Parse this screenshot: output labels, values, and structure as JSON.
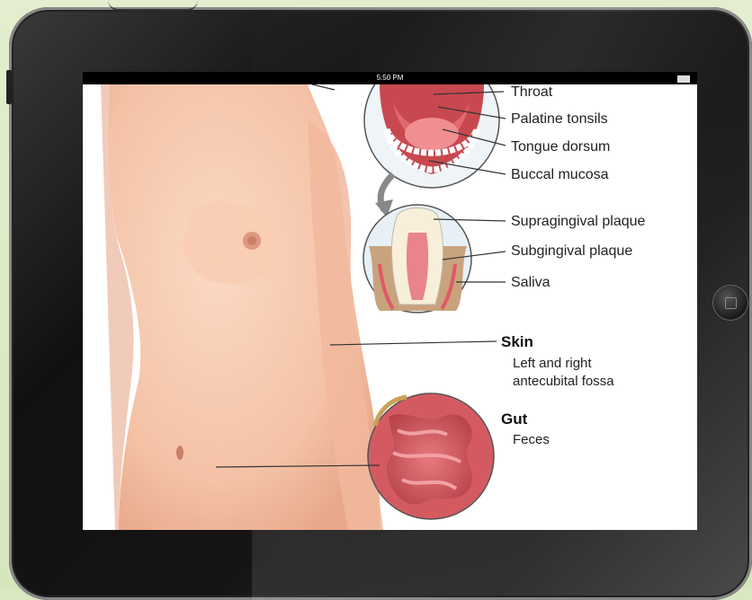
{
  "status_bar": {
    "time": "5:50 PM"
  },
  "labels": {
    "throat": "Throat",
    "palatine_tonsils": "Palatine tonsils",
    "tongue_dorsum": "Tongue dorsum",
    "buccal_mucosa": "Buccal mucosa",
    "supragingival_plaque": "Supragingival plaque",
    "subgingival_plaque": "Subgingival plaque",
    "saliva": "Saliva"
  },
  "skin": {
    "title": "Skin",
    "line1": "Left and right",
    "line2": "antecubital fossa"
  },
  "gut": {
    "title": "Gut",
    "detail": "Feces"
  },
  "colors": {
    "skin": "#f6c9ae",
    "tissue": "#d9626a",
    "background": "#d9e8c2",
    "bezel": "#111111"
  }
}
